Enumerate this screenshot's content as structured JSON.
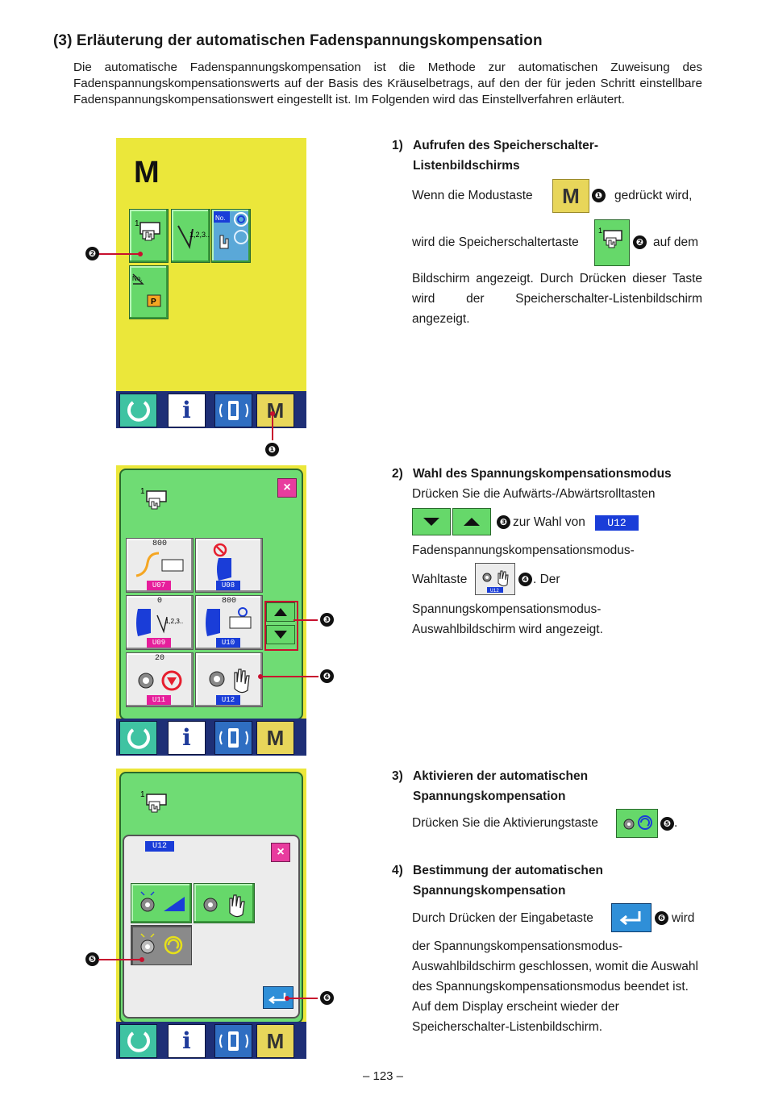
{
  "page": {
    "title": "(3) Erläuterung der automatischen Fadenspannungskompensation",
    "intro": "Die automatische Fadenspannungskompensation ist die Methode zur automatischen Zuweisung des Fadenspannungskompensationswerts auf der Basis des Kräuselbetrags, auf den der für jeden Schritt einstellbare Fadenspannungskompensationswert eingestellt ist. Im Folgenden wird das Einstellverfahren erläutert.",
    "page_number": "– 123 –"
  },
  "markers": {
    "m1": "❶",
    "m2": "❷",
    "m3": "❸",
    "m4": "❹",
    "m5": "❺",
    "m6": "❻"
  },
  "step1": {
    "num": "1)",
    "heading": "Aufrufen des Speicherschalter-Listenbildschirms",
    "line1_a": "Wenn die Modustaste",
    "line1_b": "gedrückt wird,",
    "line2_a": "wird die Speicherschaltertaste",
    "line2_b": "auf dem",
    "line3": "Bildschirm angezeigt. Durch Drücken dieser Taste wird der Speicherschalter-Listenbildschirm angezeigt."
  },
  "step2": {
    "num": "2)",
    "heading": "Wahl des Spannungskompensationsmodus",
    "line1": "Drücken Sie die Aufwärts-/Abwärtsrolltasten",
    "line2": "zur Wahl von",
    "line3": "Fadenspannungskompensationsmodus-",
    "line4_a": "Wahltaste",
    "line4_b": ". Der",
    "line5": "Spannungskompensationsmodus-Auswahlbildschirm wird angezeigt."
  },
  "step3": {
    "num": "3)",
    "heading": "Aktivieren der automatischen Spannungskompensation",
    "line1": "Drücken Sie die Aktivierungstaste",
    "line1_end": "."
  },
  "step4": {
    "num": "4)",
    "heading": "Bestimmung der automatischen Spannungskompensation",
    "line1_a": "Durch Drücken der Eingabetaste",
    "line1_b": "wird",
    "line2": "der Spannungskompensationsmodus-Auswahlbildschirm geschlossen, womit die Auswahl des Spannungskompensationsmodus beendet ist. Auf dem Display erscheint wieder der Speicherschalter-Listenbildschirm."
  },
  "screen1": {
    "mode_letter": "M",
    "key_memswitch_num": "1",
    "key_counter_text": "1,2,3..",
    "key_no": "No.",
    "key_p": "P",
    "bottom_info": "i",
    "bottom_mode": "M"
  },
  "screen2": {
    "header_num": "1",
    "close": "×",
    "items": [
      {
        "val": "800",
        "code": "U07"
      },
      {
        "val": "",
        "code": "U08"
      },
      {
        "val": "0",
        "code": "U09"
      },
      {
        "val": "800",
        "code": "U10"
      },
      {
        "val": "20",
        "code": "U11"
      },
      {
        "val": "",
        "code": "U12"
      }
    ],
    "counter_text": "1,2,3..",
    "bottom_info": "i",
    "bottom_mode": "M"
  },
  "screen3": {
    "header_num": "1",
    "dialog_code": "U12",
    "close": "×",
    "bottom_info": "i",
    "bottom_mode": "M"
  },
  "inline": {
    "mode_key": "M",
    "memswitch_num": "1",
    "u12_label": "U12"
  },
  "colors": {
    "yellow_screen": "#ebe73a",
    "green_screen": "#6fdc74",
    "bottom_bar": "#1e2f76",
    "pink_label": "#e61e9b",
    "blue_label": "#1a3dd8",
    "callout": "#c8102e"
  }
}
